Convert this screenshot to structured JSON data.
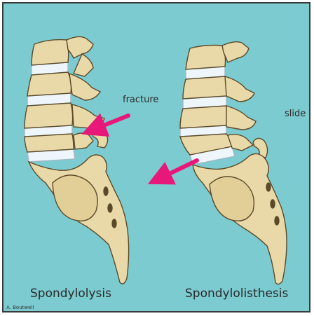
{
  "figure": {
    "left_title": "Spondylolysis",
    "right_title": "Spondylolisthesis",
    "label_fracture": "fracture",
    "label_slide": "slide",
    "credit": "A. Boutwell"
  },
  "colors": {
    "background": "#7ccbd0",
    "bone": "#ead9a8",
    "bone_outline": "#5b4a2a",
    "disc": "#eef6fb",
    "arrow": "#e8177a"
  }
}
